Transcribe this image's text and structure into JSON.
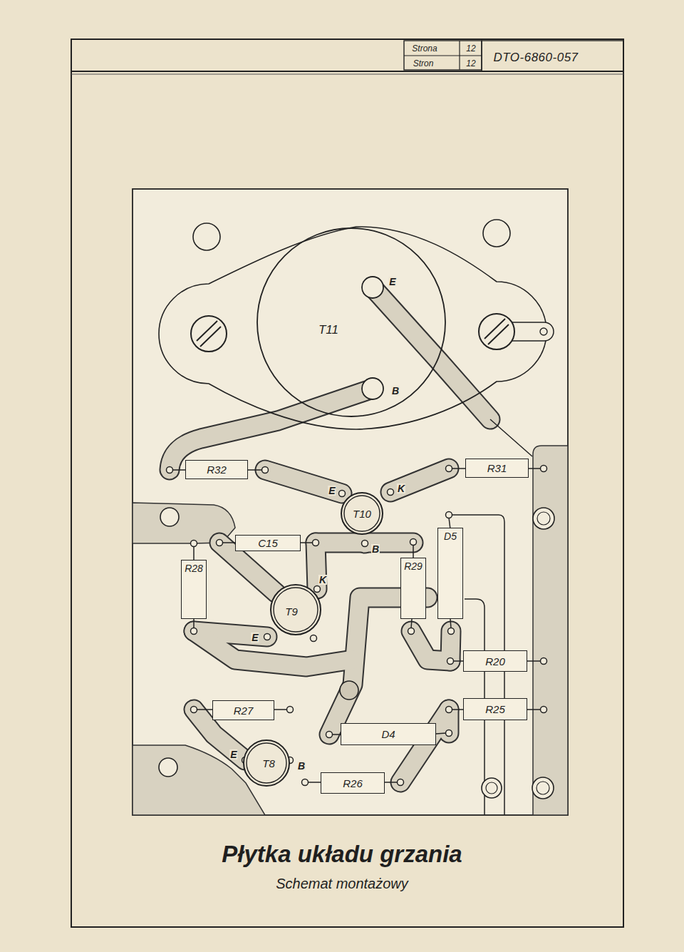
{
  "diagram": {
    "title": "Płytka układu grzania",
    "caption": "Schemat montażowy",
    "nodes": [
      {
        "text": [
          "T11"
        ]
      },
      {
        "text": [
          "R32"
        ]
      },
      {
        "text": [
          "R31"
        ]
      },
      {
        "text": [
          "T10"
        ]
      },
      {
        "text": [
          "C15"
        ]
      },
      {
        "text": [
          "R28"
        ]
      },
      {
        "text": [
          "T9"
        ]
      },
      {
        "text": [
          "R29"
        ]
      },
      {
        "text": [
          "D5"
        ]
      },
      {
        "text": [
          "R20"
        ]
      },
      {
        "text": [
          "R27"
        ]
      },
      {
        "text": [
          "R25"
        ]
      },
      {
        "text": [
          "D4"
        ]
      },
      {
        "text": [
          "T8"
        ]
      },
      {
        "text": [
          "R26"
        ]
      }
    ],
    "labels": [
      "Strona",
      "12",
      "Stron",
      "12",
      "DTO-6860-057",
      "E",
      "B",
      "E",
      "K",
      "B",
      "K",
      "E",
      "E",
      "B"
    ]
  }
}
